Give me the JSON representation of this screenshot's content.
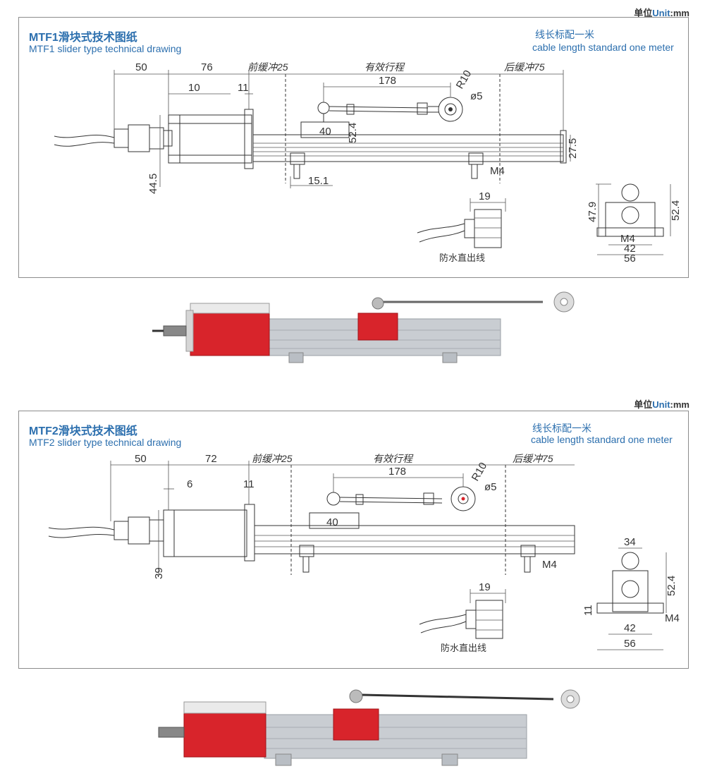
{
  "unit_label": {
    "prefix": "单位",
    "unit_en": "Unit",
    "suffix": ":mm"
  },
  "panels": [
    {
      "title": "MTF1滑块式技术图纸",
      "subtitle": "MTF1 slider type technical drawing",
      "cable_cn": "线长标配一米",
      "cable_en": "cable length standard one meter",
      "dims": {
        "d50": "50",
        "d76": "76",
        "d10": "10",
        "d11": "11",
        "front_buffer": "前缓冲25",
        "effective_stroke": "有效行程",
        "rear_buffer": "后缓冲75",
        "d178": "178",
        "r10": "R10",
        "phi5": "ø5",
        "d40": "40",
        "d52_4": "52.4",
        "d27_5": "27.5",
        "d44_5": "44.5",
        "d15_1": "15.1",
        "m4": "M4",
        "d19": "19",
        "side_47_9": "47.9",
        "side_52_4": "52.4",
        "side_m4": "M4",
        "side_42": "42",
        "side_56": "56"
      },
      "waterproof_label": "防水直出线"
    },
    {
      "title": "MTF2滑块式技术图纸",
      "subtitle": "MTF2 slider type technical drawing",
      "cable_cn": "线长标配一米",
      "cable_en": "cable length standard one meter",
      "dims": {
        "d50": "50",
        "d72": "72",
        "d6": "6",
        "d11": "11",
        "front_buffer": "前缓冲25",
        "effective_stroke": "有效行程",
        "rear_buffer": "后缓冲75",
        "d178": "178",
        "r10": "R10",
        "phi5": "ø5",
        "d40": "40",
        "d39": "39",
        "m4": "M4",
        "d19": "19",
        "side_34": "34",
        "side_52_4": "52.4",
        "side_11": "11",
        "side_m4": "M4",
        "side_42": "42",
        "side_56": "56"
      },
      "waterproof_label": "防水直出线"
    }
  ],
  "colors": {
    "accent": "#2c6fae",
    "housing_red": "#d8242b",
    "rail_grey": "#c9cdd2"
  }
}
